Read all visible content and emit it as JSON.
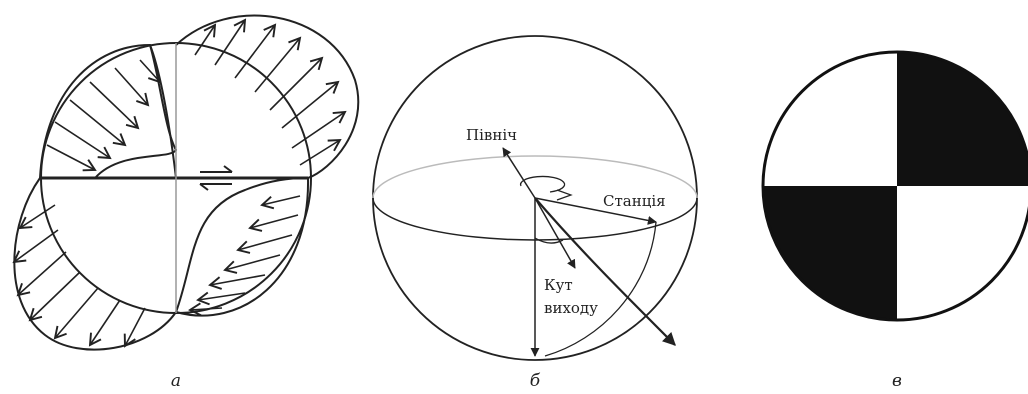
{
  "panels": [
    {
      "id": "a",
      "caption": "а"
    },
    {
      "id": "b",
      "caption": "б"
    },
    {
      "id": "c",
      "caption": "в"
    }
  ],
  "sphere_labels": {
    "north": "Північ",
    "station": "Станція",
    "angle_line1": "Кут",
    "angle_line2": "виходу"
  },
  "colors": {
    "ink": "#222222",
    "fill_dark": "#111111",
    "light_line": "#bbbbbb"
  }
}
